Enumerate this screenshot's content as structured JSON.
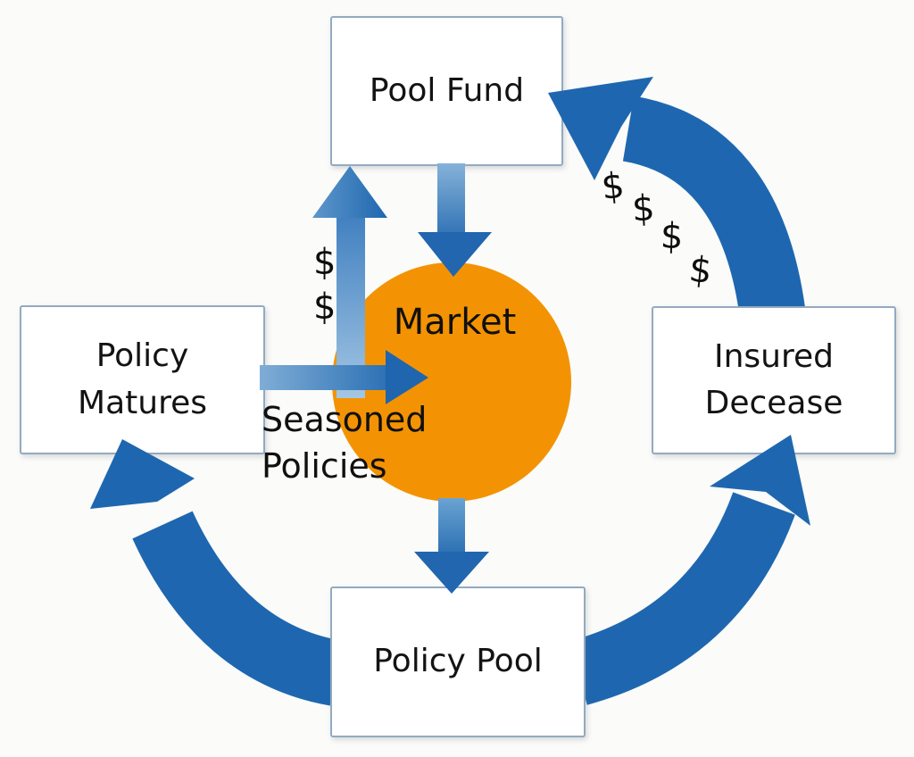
{
  "diagram": {
    "type": "cycle-flow-diagram",
    "nodes": {
      "pool_fund": "Pool Fund",
      "market": "Market",
      "policy_matures": "Policy Matures",
      "insured_decease": "Insured Decease",
      "policy_pool": "Policy Pool"
    },
    "labels": {
      "seasoned_policies": "Seasoned Policies"
    },
    "dollar_signs": {
      "market_to_pool_fund": [
        "$",
        "$"
      ],
      "insured_to_pool_fund": [
        "$",
        "$",
        "$",
        "$"
      ]
    },
    "flows": [
      {
        "from": "Pool Fund",
        "to": "Market",
        "annotation": ""
      },
      {
        "from": "Market",
        "to": "Pool Fund",
        "annotation": "$ $"
      },
      {
        "from": "Policy Matures",
        "to": "Market",
        "annotation": "Seasoned Policies"
      },
      {
        "from": "Market",
        "to": "Policy Pool",
        "annotation": ""
      },
      {
        "from": "Policy Pool",
        "to": "Policy Matures",
        "annotation": ""
      },
      {
        "from": "Policy Pool",
        "to": "Insured Decease",
        "annotation": ""
      },
      {
        "from": "Insured Decease",
        "to": "Pool Fund",
        "annotation": "$ $ $ $"
      }
    ],
    "colors": {
      "arrow_blue": "#1e67b0",
      "arrow_light_blue": "#9cc2e0",
      "market_orange": "#f39303",
      "box_border": "#93aac0",
      "box_fill": "#ffffff",
      "text": "#111111",
      "background": "#fbfbf9"
    }
  }
}
